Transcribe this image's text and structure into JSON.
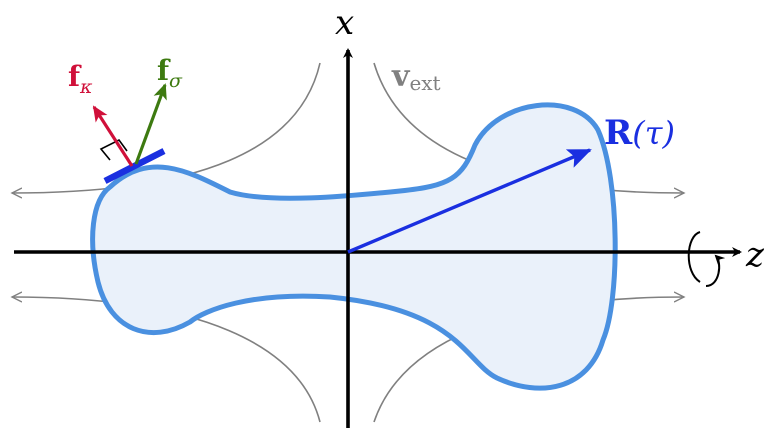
{
  "labels": {
    "x_axis": "x",
    "z_axis": "z",
    "v_main": "v",
    "v_sub": "ext",
    "f_kappa_main": "f",
    "f_kappa_sub": "κ",
    "f_sigma_main": "f",
    "f_sigma_sub": "σ",
    "R_main": "R",
    "R_arg": "(τ)"
  },
  "colors": {
    "axes": "#000000",
    "flow_lines": "#808080",
    "body_stroke": "#4a90e0",
    "body_fill": "#eaf1fa",
    "R_vector": "#1a2fe0",
    "f_kappa": "#d0103a",
    "f_sigma": "#3d7a10",
    "tangent_bar": "#1a2fe0"
  }
}
